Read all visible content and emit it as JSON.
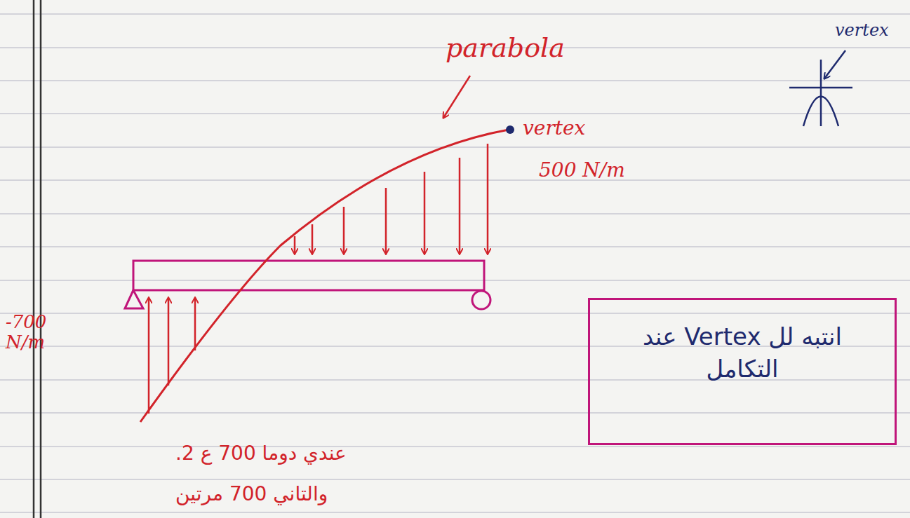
{
  "diagram": {
    "nodes": [
      {
        "text": [
          "انتبه لل Vertex عند التكامل"
        ]
      }
    ],
    "labels": [
      "parabola",
      "vertex",
      "vertex",
      "500 N/m",
      "-700 N/m",
      "عندي دوما 700 ع 2.",
      "والتاني 700 مرتين"
    ]
  }
}
